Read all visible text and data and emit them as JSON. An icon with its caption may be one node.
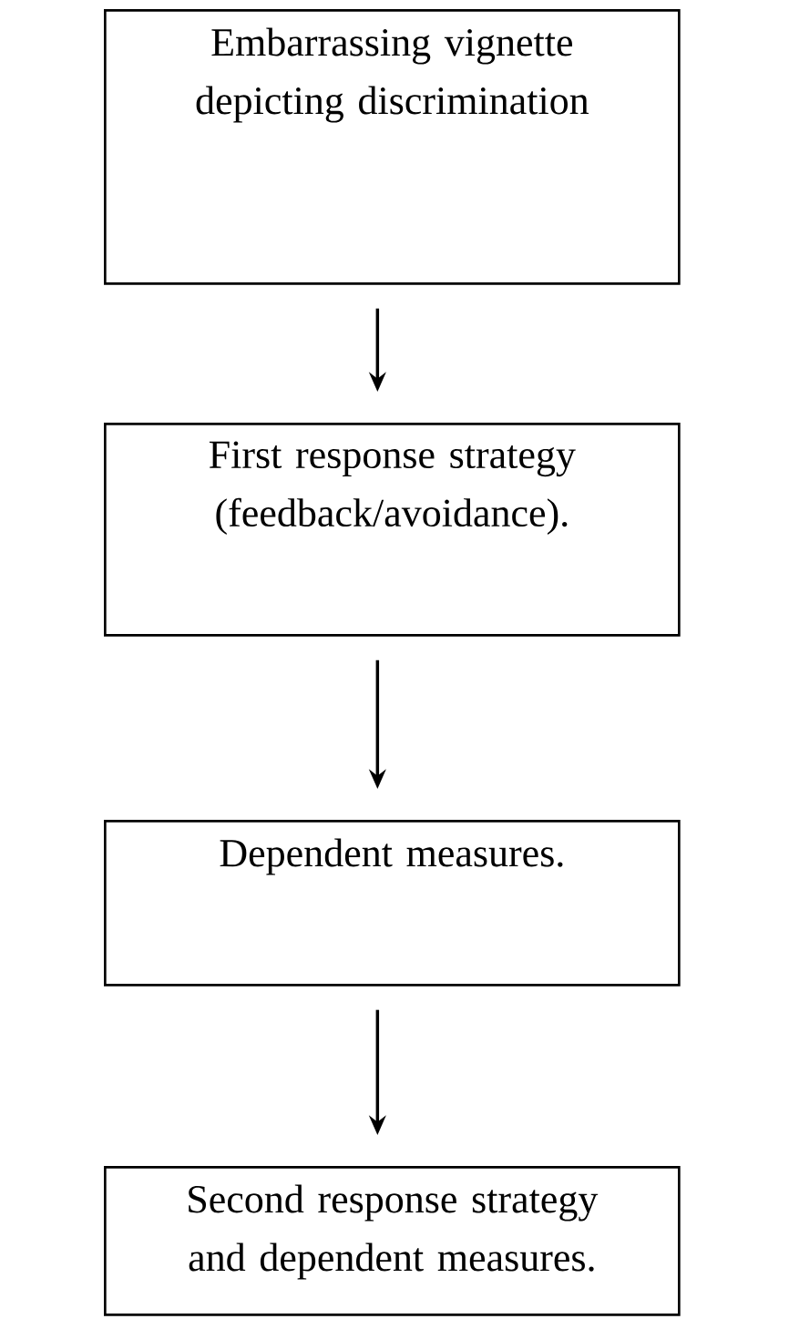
{
  "diagram": {
    "nodes": [
      {
        "text": [
          "Embarrassing vignette depicting discrimination"
        ]
      },
      {
        "text": [
          "First response strategy (feedback/avoidance)."
        ]
      },
      {
        "text": [
          "Dependent measures."
        ]
      },
      {
        "text": [
          "Second response strategy and dependent measures."
        ]
      }
    ],
    "edges": [
      {
        "from": 0,
        "to": 1,
        "arrow": "to"
      },
      {
        "from": 1,
        "to": 2,
        "arrow": "to"
      },
      {
        "from": 2,
        "to": 3,
        "arrow": "to"
      }
    ]
  }
}
